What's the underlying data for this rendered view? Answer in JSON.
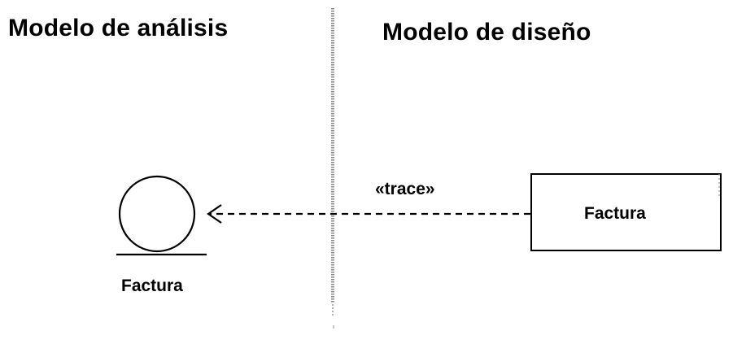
{
  "titles": {
    "analysis": "Modelo de análisis",
    "design": "Modelo de diseño"
  },
  "analysis_element": {
    "icon": "entity-icon",
    "name": "Factura"
  },
  "design_element": {
    "name": "Factura"
  },
  "dependency": {
    "stereotype": "«trace»",
    "line_style": "dashed",
    "arrow_head": "open"
  },
  "colors": {
    "ink": "#000000",
    "divider": "#7a7a7a",
    "background": "#ffffff"
  }
}
